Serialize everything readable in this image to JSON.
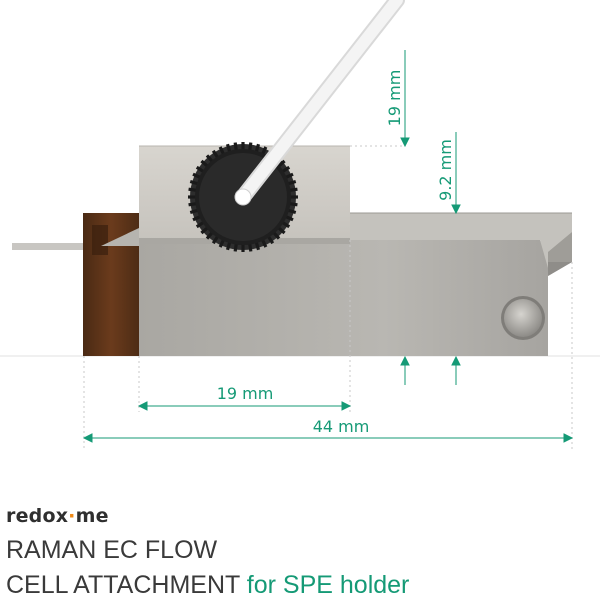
{
  "dimensions": {
    "height_top": "19 mm",
    "height_step": "9.2 mm",
    "width_block": "19 mm",
    "width_total": "44 mm"
  },
  "brand": {
    "part1": "redox",
    "dot": "·",
    "part2": "me"
  },
  "title": {
    "line1": "RAMAN EC FLOW",
    "line2_main": "CELL ATTACHMENT",
    "line2_accent": " for SPE holder"
  },
  "colors": {
    "accent": "#159a76",
    "brand_dot": "#f08a17",
    "text": "#3a3a3a"
  }
}
